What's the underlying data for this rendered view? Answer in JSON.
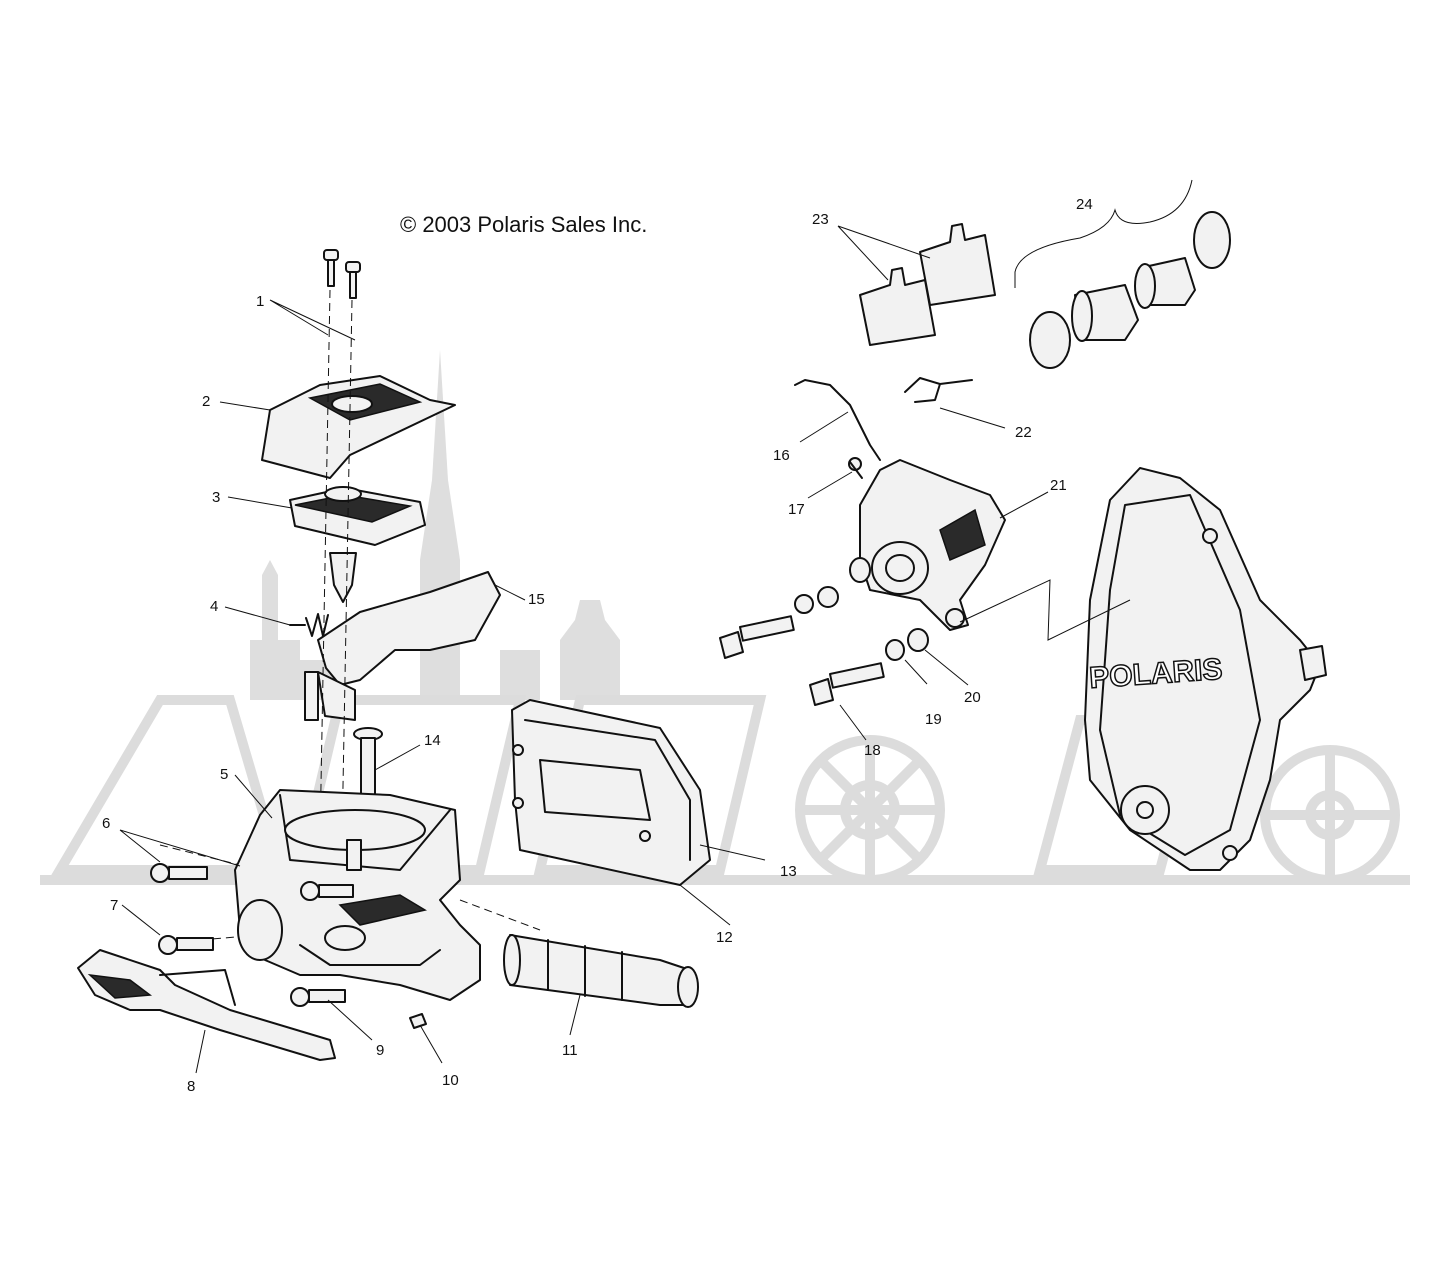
{
  "copyright": "© 2003 Polaris Sales Inc.",
  "logo_text": "POLARIS",
  "callouts": [
    "1",
    "2",
    "3",
    "4",
    "5",
    "6",
    "7",
    "8",
    "9",
    "10",
    "11",
    "12",
    "13",
    "14",
    "15",
    "16",
    "17",
    "18",
    "19",
    "20",
    "21",
    "22",
    "23",
    "24"
  ]
}
